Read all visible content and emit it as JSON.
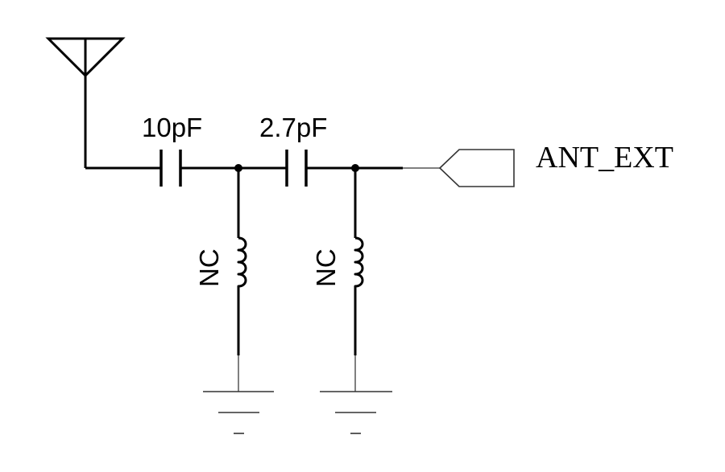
{
  "schematic": {
    "cap1_value": "10pF",
    "cap2_value": "2.7pF",
    "ind1_value": "NC",
    "ind2_value": "NC",
    "port_label": "ANT_EXT"
  }
}
